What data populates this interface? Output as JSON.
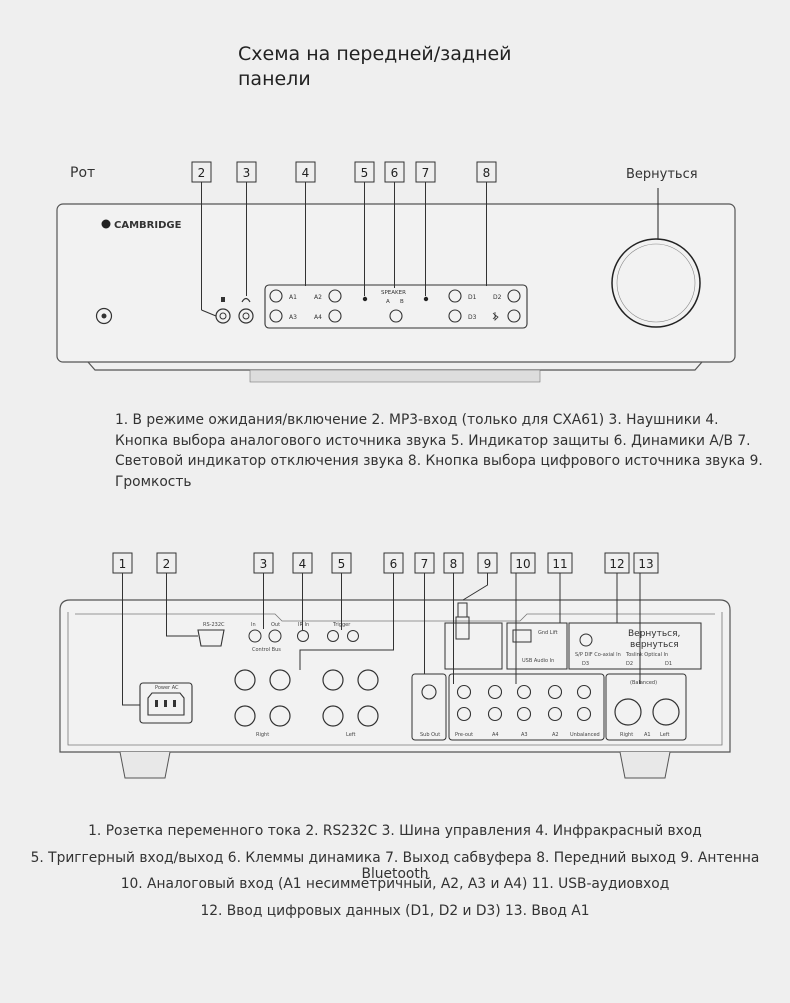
{
  "title": [
    "Схема на передней/задней",
    "панели"
  ],
  "front": {
    "rot_label": "Рот",
    "return_label": "Вернуться",
    "brand": "CAMBRIDGE",
    "callouts": [
      "2",
      "3",
      "4",
      "5",
      "6",
      "7",
      "8"
    ],
    "buttons": {
      "a1": "A1",
      "a2": "A2",
      "a3": "A3",
      "a4": "A4",
      "d1": "D1",
      "d2": "D2",
      "d3": "D3",
      "speaker": "SPEAKER",
      "a": "A",
      "b": "B"
    },
    "caption": "1. В режиме ожидания/включение 2. MP3-вход (только для CXA61) 3. Наушники 4. Кнопка выбора аналогового источника звука 5. Индикатор защиты 6. Динамики A/B 7. Световой индикатор отключения звука 8. Кнопка выбора цифрового источника звука 9. Громкость"
  },
  "rear": {
    "callouts": [
      "1",
      "2",
      "3",
      "4",
      "5",
      "6",
      "7",
      "8",
      "9",
      "10",
      "11",
      "12",
      "13"
    ],
    "return_label_1": "Вернуться,",
    "return_label_2": "вернуться",
    "panel_labels": {
      "power": "Power AC",
      "rs232": "RS-232C",
      "control_bus": "Control Bus",
      "in": "In",
      "out": "Out",
      "ir_in": "IR In",
      "trigger": "Trigger",
      "right": "Right",
      "left": "Left",
      "sub_out": "Sub Out",
      "pre_out": "Pre-out",
      "a4": "A4",
      "a3": "A3",
      "a2": "A2",
      "usb_audio_in": "USB Audio In",
      "d3": "D3",
      "d2": "D2",
      "d1": "D1",
      "a1": "A1",
      "right_xlr": "Right",
      "left_xlr": "Left",
      "unbalanced": "Unbalanced",
      "balanced": "(Balanced)",
      "gnd_lift": "Gnd Lift",
      "toslink": "Toslink Optical In",
      "coaxial": "S/P DIF Co-axial In"
    },
    "caption_lines": [
      "1. Розетка переменного тока 2. RS232C 3. Шина управления 4. Инфракрасный вход",
      "5. Триггерный вход/выход 6. Клеммы динамика 7. Выход сабвуфера 8. Передний выход 9. Антенна Bluetooth",
      "10. Аналоговый вход (A1 несимметричный, A2, A3 и A4) 11. USB-аудиовход",
      "12. Ввод цифровых данных (D1, D2 и D3) 13. Ввод A1"
    ]
  }
}
